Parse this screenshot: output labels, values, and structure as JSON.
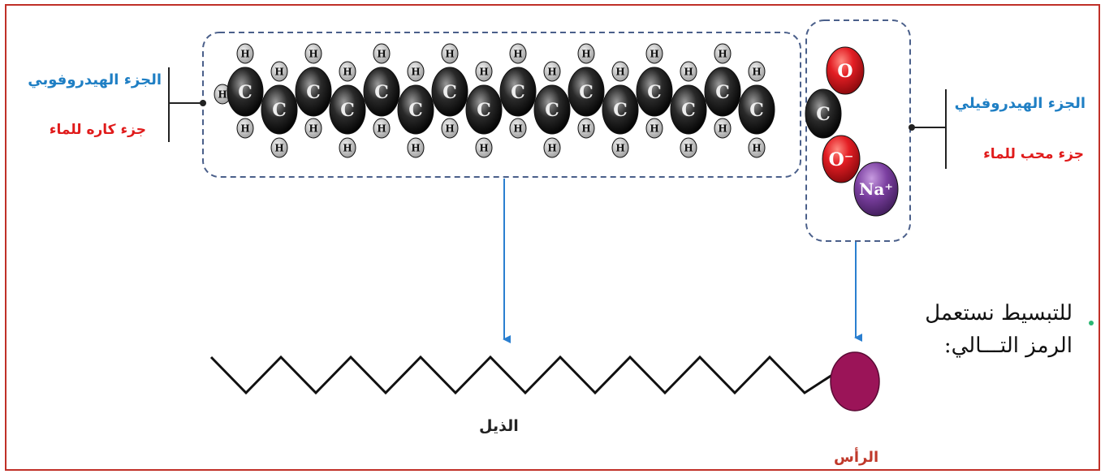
{
  "left_labels": {
    "hydrophobic": "الجزء الهيدروفوبي",
    "water_repelling": "جزء كاره للماء"
  },
  "right_labels": {
    "hydrophilic": "الجزء الهيدروفيلي",
    "water_attracting": "جزء محب للماء"
  },
  "note": {
    "line1": "للتبسيط نستعمل",
    "line2": "الرمز التـــالي:"
  },
  "symbol_labels": {
    "tail": "الذيل",
    "head": "الرأس"
  },
  "atoms": {
    "carbon": "C",
    "hydrogen": "H",
    "oxygen": "O",
    "oxygen_ion": "O⁻",
    "sodium_ion": "Na⁺"
  },
  "colors": {
    "blue_label": "#1f7fc4",
    "red_label": "#e01b1b",
    "frame": "#c03028",
    "head_circle": "#9b1458",
    "oxygen": "#e31e24",
    "sodium": "#7b3fa0",
    "arrow": "#2a7fd0"
  }
}
